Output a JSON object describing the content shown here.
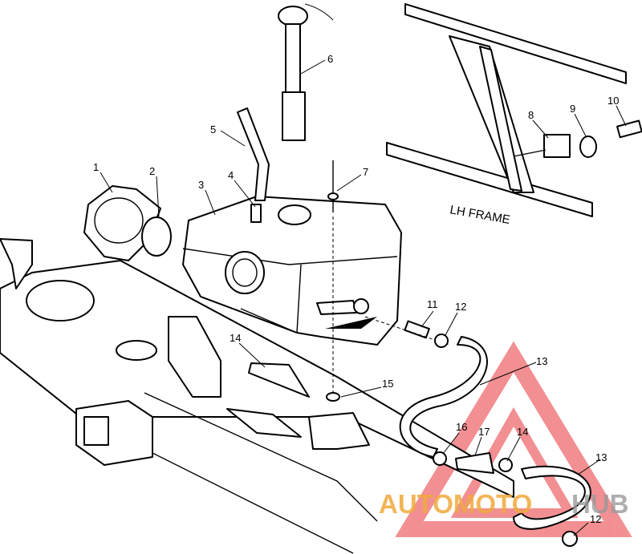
{
  "frame_label": "LH FRAME",
  "part_numbers": [
    "1",
    "2",
    "3",
    "4",
    "5",
    "6",
    "7",
    "8",
    "9",
    "10",
    "11",
    "12",
    "13",
    "14",
    "15",
    "16",
    "17",
    "13",
    "14",
    "12"
  ],
  "watermark": {
    "text_a": "AUTOMOTO",
    "text_b": "HUB",
    "color": "#e8343a",
    "text_color": "#f0a93c"
  }
}
